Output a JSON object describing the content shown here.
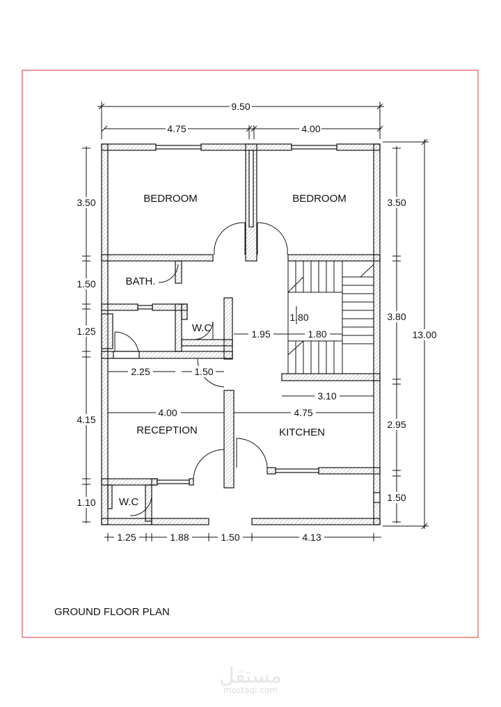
{
  "plan": {
    "title": "GROUND FLOOR PLAN",
    "frame_color": "#e0303a",
    "wall_color": "#ffffff",
    "line_color": "#111111",
    "rooms": {
      "bedroom_left": "BEDROOM",
      "bedroom_right": "BEDROOM",
      "bath": "BATH.",
      "wc_upper": "W.C",
      "reception": "RECEPTION",
      "kitchen": "KITCHEN",
      "wc_lower": "W.C"
    },
    "dimensions": {
      "overall_width": "9.50",
      "top_left": "4.75",
      "top_right": "4.00",
      "left_bedroom": "3.50",
      "left_bath": "1.50",
      "left_wc": "1.25",
      "left_reception": "4.15",
      "left_wc_lower": "1.10",
      "right_bedroom": "3.50",
      "right_stair": "3.80",
      "right_kitchen": "2.95",
      "right_entry": "1.50",
      "overall_height": "13.00",
      "corridor_width": "1.95",
      "stair_run": "1.80",
      "stair_rise": "1.80",
      "stair_width": "3.10",
      "bath_width": "2.25",
      "wc_width": "1.50",
      "reception_width": "4.00",
      "kitchen_width": "4.75",
      "bottom_wc": "1.25",
      "bottom_reception": "1.88",
      "bottom_door": "1.50",
      "bottom_kitchen": "4.13"
    }
  },
  "watermark": {
    "arabic": "مستقل",
    "latin": "mostaql.com"
  }
}
